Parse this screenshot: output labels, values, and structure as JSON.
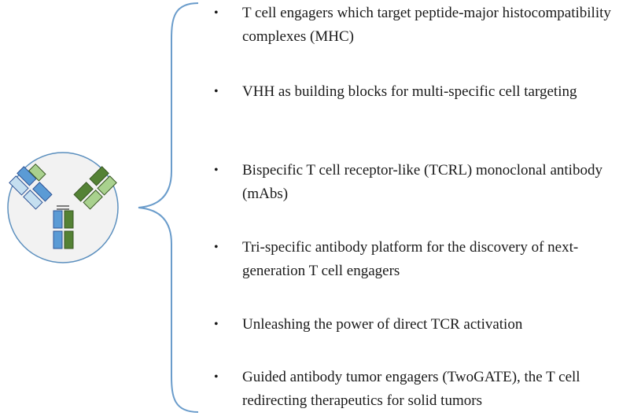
{
  "bullet_symbol": "•",
  "items": [
    {
      "text": "T cell engagers which target peptide-major histocompatibility complexes (MHC)"
    },
    {
      "text": "VHH as building blocks for multi-specific cell targeting"
    },
    {
      "text": "Bispecific T cell receptor-like (TCRL) monoclonal antibody (mAbs)"
    },
    {
      "text": "Tri-specific antibody platform for the discovery of next-generation T cell engagers"
    },
    {
      "text": "Unleashing the power of direct TCR activation"
    },
    {
      "text": "Guided antibody tumor engagers (TwoGATE), the T cell redirecting therapeutics for solid tumors"
    }
  ],
  "colors": {
    "circle_fill": "#f2f2f2",
    "circle_stroke": "#5b8fbe",
    "brace_stroke": "#6a9ccb",
    "heavy_blue": "#5b9bd5",
    "light_blue": "#c5dff0",
    "heavy_green": "#548235",
    "light_green": "#a9d18e",
    "block_stroke": "#2f5496",
    "green_stroke": "#385723"
  },
  "icons": {
    "antibody": "antibody-y-icon"
  }
}
